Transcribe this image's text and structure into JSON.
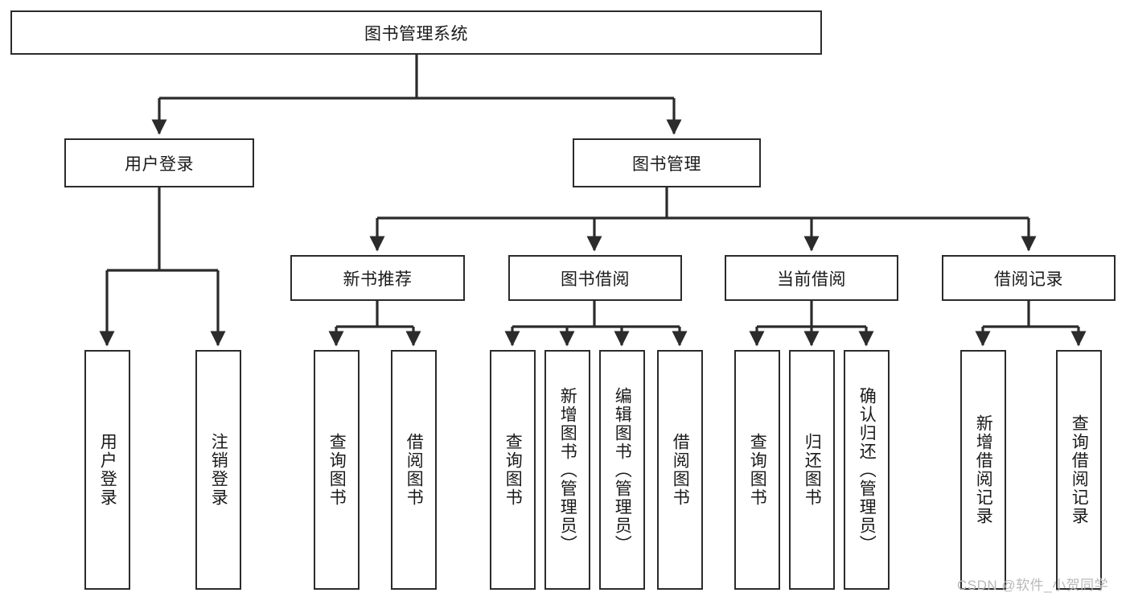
{
  "diagram": {
    "type": "tree",
    "title": "图书管理系统",
    "background_color": "#ffffff",
    "line_color": "#2b2b2b",
    "text_color": "#1a1a1a",
    "root": {
      "id": "root",
      "label": "图书管理系统",
      "orientation": "horizontal"
    },
    "level2": [
      {
        "id": "user-login",
        "label": "用户登录",
        "orientation": "horizontal"
      },
      {
        "id": "book-manage",
        "label": "图书管理",
        "orientation": "horizontal"
      }
    ],
    "level3": [
      {
        "id": "new-book-recommend",
        "label": "新书推荐",
        "orientation": "horizontal",
        "parent": "book-manage"
      },
      {
        "id": "book-borrow",
        "label": "图书借阅",
        "orientation": "horizontal",
        "parent": "book-manage"
      },
      {
        "id": "current-borrow",
        "label": "当前借阅",
        "orientation": "horizontal",
        "parent": "book-manage"
      },
      {
        "id": "borrow-record",
        "label": "借阅记录",
        "orientation": "horizontal",
        "parent": "book-manage"
      }
    ],
    "leaves": [
      {
        "id": "leaf-user-login",
        "label": "用户登录",
        "parent": "user-login"
      },
      {
        "id": "leaf-user-logout",
        "label": "注销登录",
        "parent": "user-login"
      },
      {
        "id": "leaf-query-book-1",
        "label": "查询图书",
        "parent": "new-book-recommend"
      },
      {
        "id": "leaf-borrow-book-1",
        "label": "借阅图书",
        "parent": "new-book-recommend"
      },
      {
        "id": "leaf-query-book-2",
        "label": "查询图书",
        "parent": "book-borrow"
      },
      {
        "id": "leaf-add-book",
        "label": "新增图书（管理员）",
        "parent": "book-borrow"
      },
      {
        "id": "leaf-edit-book",
        "label": "编辑图书（管理员）",
        "parent": "book-borrow"
      },
      {
        "id": "leaf-borrow-book-2",
        "label": "借阅图书",
        "parent": "book-borrow"
      },
      {
        "id": "leaf-query-book-3",
        "label": "查询图书",
        "parent": "current-borrow"
      },
      {
        "id": "leaf-return-book",
        "label": "归还图书",
        "parent": "current-borrow"
      },
      {
        "id": "leaf-confirm-return",
        "label": "确认归还（管理员）",
        "parent": "current-borrow"
      },
      {
        "id": "leaf-add-record",
        "label": "新增借阅记录",
        "parent": "borrow-record"
      },
      {
        "id": "leaf-query-record",
        "label": "查询借阅记录",
        "parent": "borrow-record"
      }
    ]
  },
  "watermark": {
    "text": "CSDN @软件_小贺同学"
  }
}
